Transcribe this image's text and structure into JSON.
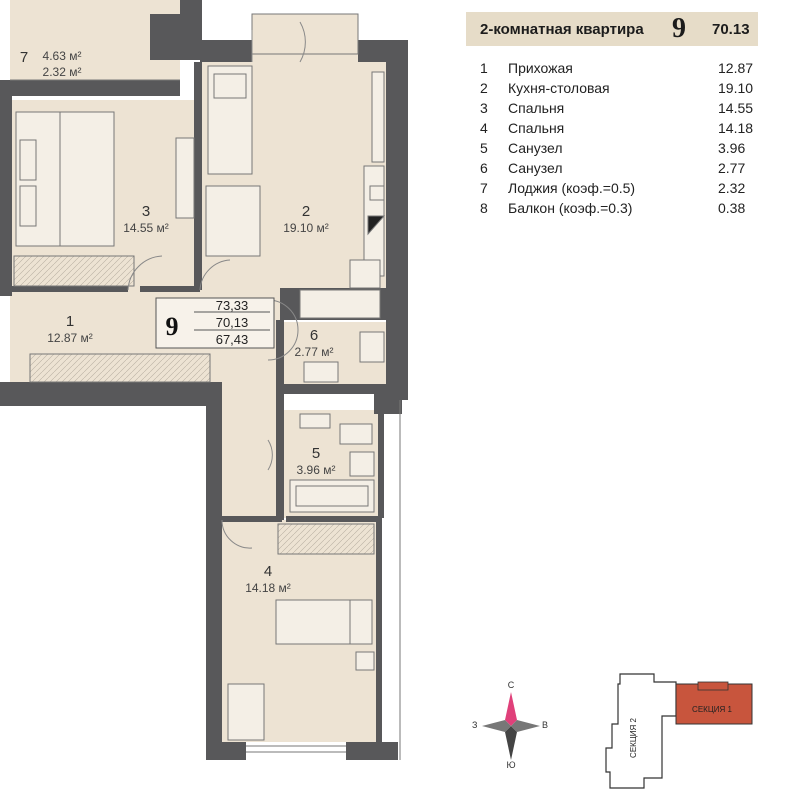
{
  "header": {
    "title": "2-комнатная квартира",
    "apt_number": "9",
    "area": "70.13"
  },
  "legend": [
    {
      "idx": "1",
      "name": "Прихожая",
      "value": "12.87"
    },
    {
      "idx": "2",
      "name": "Кухня-столовая",
      "value": "19.10"
    },
    {
      "idx": "3",
      "name": "Спальня",
      "value": "14.55"
    },
    {
      "idx": "4",
      "name": "Спальня",
      "value": "14.18"
    },
    {
      "idx": "5",
      "name": "Санузел",
      "value": "3.96"
    },
    {
      "idx": "6",
      "name": "Санузел",
      "value": "2.77"
    },
    {
      "idx": "7",
      "name": "Лоджия (коэф.=0.5)",
      "value": "2.32"
    },
    {
      "idx": "8",
      "name": "Балкон (коэф.=0.3)",
      "value": "0.38"
    }
  ],
  "plan": {
    "rooms": {
      "r1": {
        "num": "1",
        "area": "12.87 м²"
      },
      "r2": {
        "num": "2",
        "area": "19.10 м²"
      },
      "r3": {
        "num": "3",
        "area": "14.55 м²"
      },
      "r4": {
        "num": "4",
        "area": "14.18 м²"
      },
      "r5": {
        "num": "5",
        "area": "3.96 м²"
      },
      "r6": {
        "num": "6",
        "area": "2.77 м²"
      },
      "r7": {
        "num": "7",
        "area1": "4.63 м²",
        "area2": "2.32 м²"
      }
    },
    "apt_box": {
      "num": "9",
      "a1": "73,33",
      "a2": "70,13",
      "a3": "67,43"
    }
  },
  "compass": {
    "n": "С",
    "s": "Ю",
    "w": "З",
    "e": "В"
  },
  "keyplan": {
    "section1": "СЕКЦИЯ 1",
    "section2": "СЕКЦИЯ 2"
  },
  "colors": {
    "floor": "#ede3d3",
    "wall": "#58585a",
    "accent": "#c8553d",
    "title_bg": "#e6dcc8"
  }
}
